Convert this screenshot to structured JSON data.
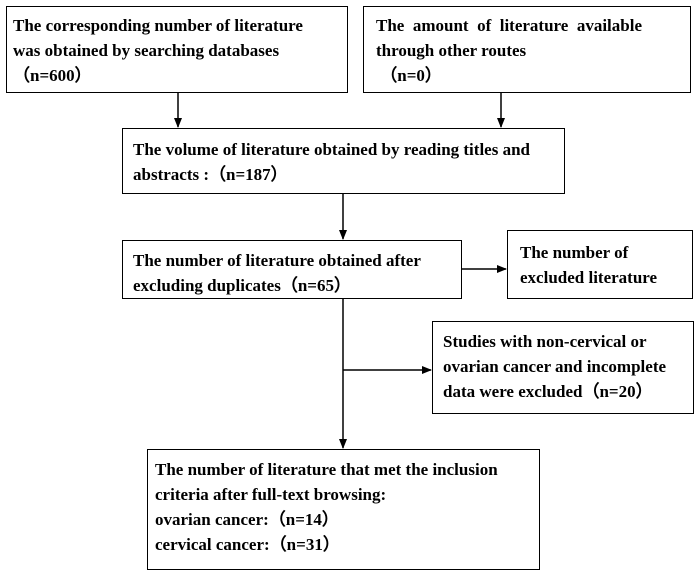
{
  "boxes": {
    "search": {
      "lines": [
        "The corresponding number of literature",
        "was obtained by searching databases",
        "（n=600）"
      ]
    },
    "other": {
      "lines": [
        "The  amount  of  literature  available",
        "through other routes",
        " （n=0）"
      ]
    },
    "titles": {
      "lines": [
        "The volume of literature obtained by reading titles and",
        "abstracts :（n=187）"
      ]
    },
    "dups": {
      "lines": [
        "The number of literature obtained after",
        "excluding duplicates（n=65）"
      ]
    },
    "excluded": {
      "lines": [
        "The number of",
        "excluded literature"
      ]
    },
    "studies": {
      "lines": [
        "Studies with non-cervical or",
        "ovarian cancer and incomplete",
        "data were excluded（n=20）"
      ]
    },
    "final": {
      "lines": [
        "The number of literature that met the inclusion",
        "criteria after full-text browsing:",
        "ovarian cancer:（n=14）",
        "cervical cancer:（n=31）"
      ]
    }
  }
}
